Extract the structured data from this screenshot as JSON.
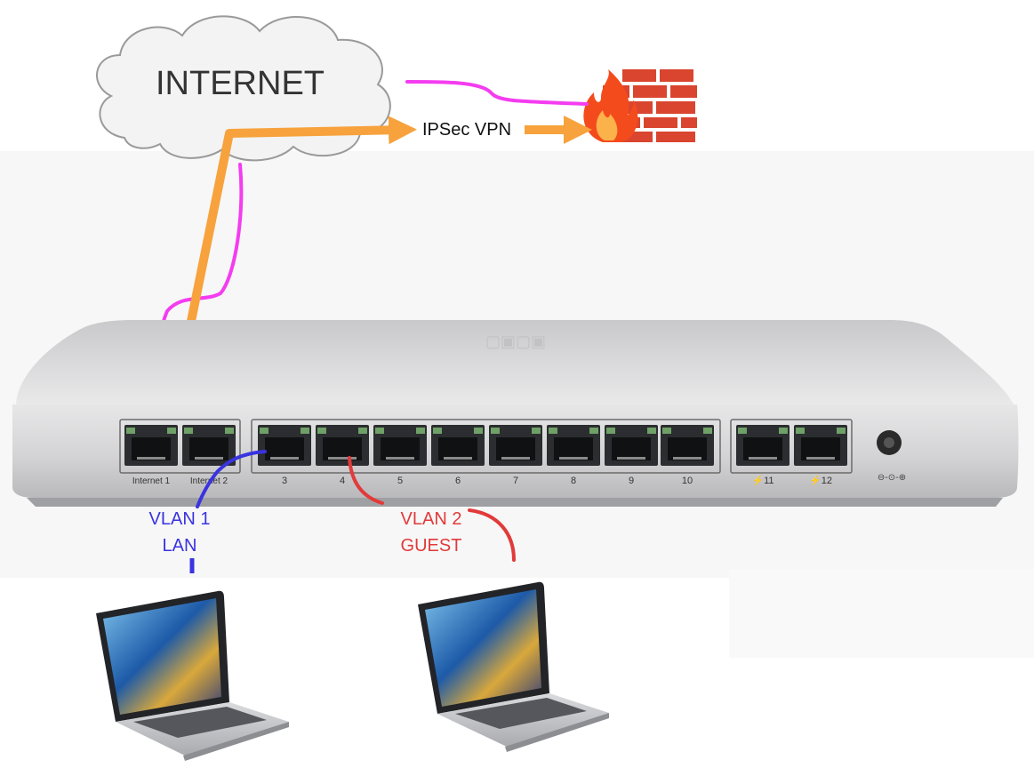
{
  "cloud": {
    "label": "INTERNET"
  },
  "vpn": {
    "label": "IPSec VPN"
  },
  "router": {
    "ports": [
      {
        "label": "Internet 1"
      },
      {
        "label": "Internet 2"
      },
      {
        "label": "3"
      },
      {
        "label": "4"
      },
      {
        "label": "5"
      },
      {
        "label": "6"
      },
      {
        "label": "7"
      },
      {
        "label": "8"
      },
      {
        "label": "9"
      },
      {
        "label": "10"
      },
      {
        "label": "11"
      },
      {
        "label": "12"
      }
    ],
    "poe_marks": [
      "⚡11",
      "⚡12"
    ]
  },
  "vlans": [
    {
      "line1": "VLAN 1",
      "line2": "LAN",
      "color": "#3a33e0"
    },
    {
      "line1": "VLAN 2",
      "line2": "GUEST",
      "color": "#e23a3a"
    }
  ],
  "colors": {
    "internet_link": "#f43cf0",
    "vpn_tunnel": "#f7a23c",
    "vlan1": "#3a33e0",
    "vlan2": "#e23a3a",
    "firewall_brick": "#d9452f",
    "chassis": "#dcdcdc"
  },
  "icons": [
    "cloud-icon",
    "firewall-icon",
    "router-icon",
    "laptop-icon",
    "power-jack-icon"
  ]
}
